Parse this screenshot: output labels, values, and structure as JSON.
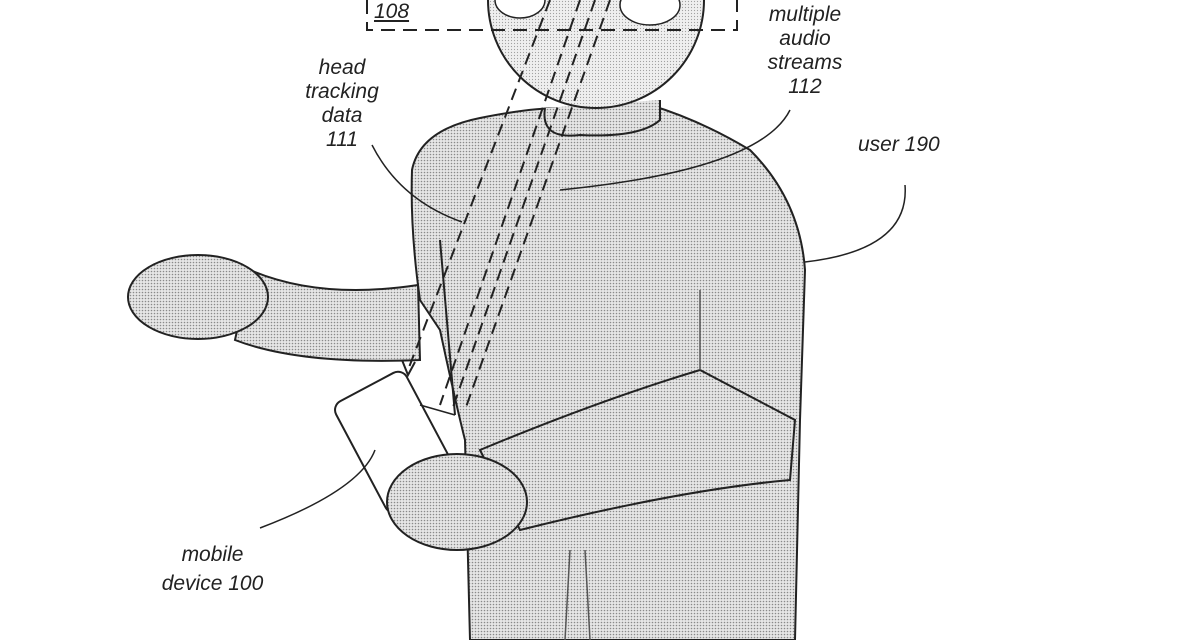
{
  "figure": {
    "labels": {
      "box_ref": "108",
      "audio_streams": [
        "multiple",
        "audio",
        "streams",
        "112"
      ],
      "head_tracking": [
        "head",
        "tracking",
        "data",
        "111"
      ],
      "user": "user 190",
      "mobile_device": [
        "mobile",
        "device 100"
      ]
    },
    "colors": {
      "line": "#222222",
      "shade": "#d8d8d8",
      "dot": "#9a9a9a"
    }
  }
}
